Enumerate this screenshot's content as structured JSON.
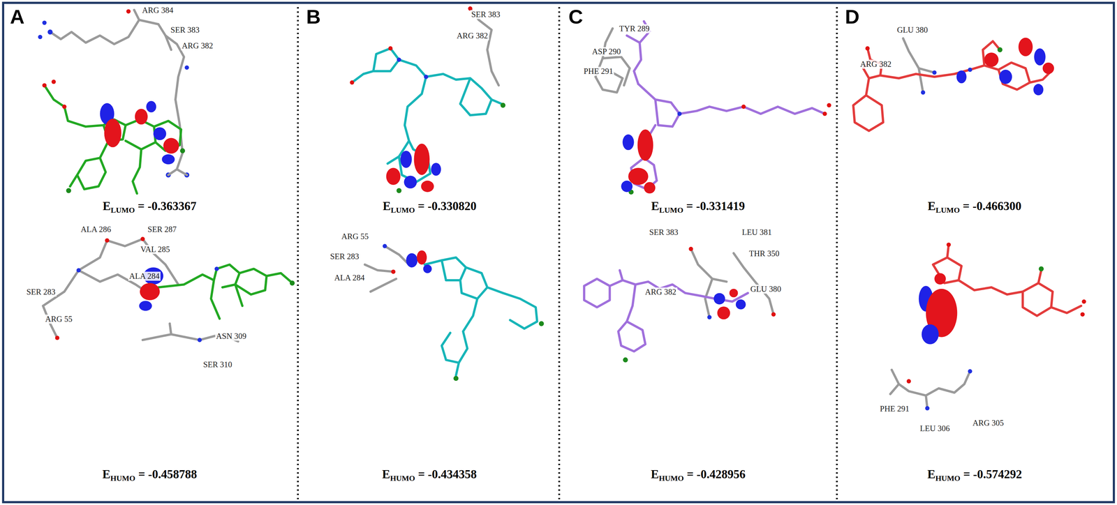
{
  "diagram": {
    "labels": [
      "A",
      "ARG 384",
      "SER 383",
      "ARG 382",
      "ELUMO = -0.363367",
      "ALA 286",
      "SER 287",
      "VAL 285",
      "ALA 284",
      "SER 283",
      "ARG 55",
      "ASN 309",
      "SER 310",
      "EHUMO = -0.458788",
      "B",
      "SER 383",
      "ARG 382",
      "ELUMO = -0.330820",
      "ARG 55",
      "SER 283",
      "ALA 284",
      "EHUMO = -0.434358",
      "C",
      "TYR 289",
      "ASP 290",
      "PHE 291",
      "ELUMO = -0.331419",
      "SER 383",
      "LEU 381",
      "THR 350",
      "ARG 382",
      "GLU 380",
      "EHUMO = -0.428956",
      "D",
      "ARG 382",
      "GLU 380",
      "ELUMO = -0.466300",
      "PHE 291",
      "LEU 306",
      "ARG 305",
      "EHUMO = -0.574292"
    ]
  }
}
